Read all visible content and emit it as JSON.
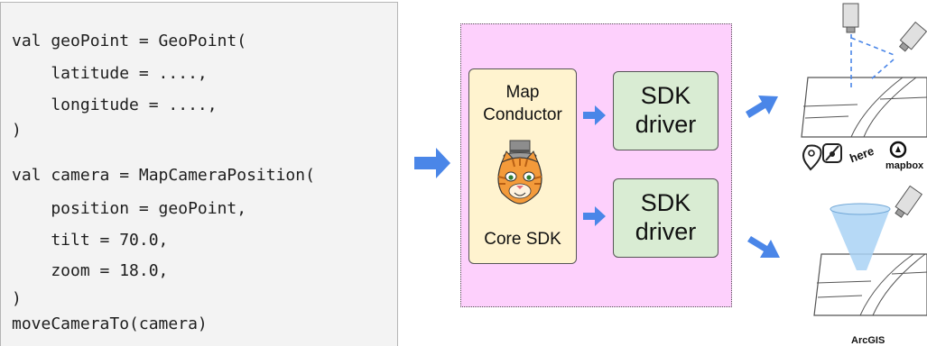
{
  "code_lines": [
    "val geoPoint = GeoPoint(",
    "    latitude = ....,",
    "    longitude = ....,",
    ")",
    "val camera = MapCameraPosition(",
    "    position = geoPoint,",
    "    tilt = 70.0,",
    "    zoom = 18.0,",
    ")",
    "moveCameraTo(camera)"
  ],
  "core": {
    "label_line1": "Map",
    "label_line2": "Conductor",
    "footer": "Core SDK"
  },
  "drivers": [
    {
      "line1": "SDK",
      "line2": "driver"
    },
    {
      "line1": "SDK",
      "line2": "driver"
    }
  ],
  "providers": {
    "here": "here",
    "mapbox": "mapbox",
    "arcgis": "ArcGIS"
  },
  "colors": {
    "arrow": "#4a86e8",
    "sdk_area": "#fdd0fc",
    "core_box": "#fff3cf",
    "driver_box": "#d9ecd3",
    "code_bg": "#f3f3f3"
  }
}
